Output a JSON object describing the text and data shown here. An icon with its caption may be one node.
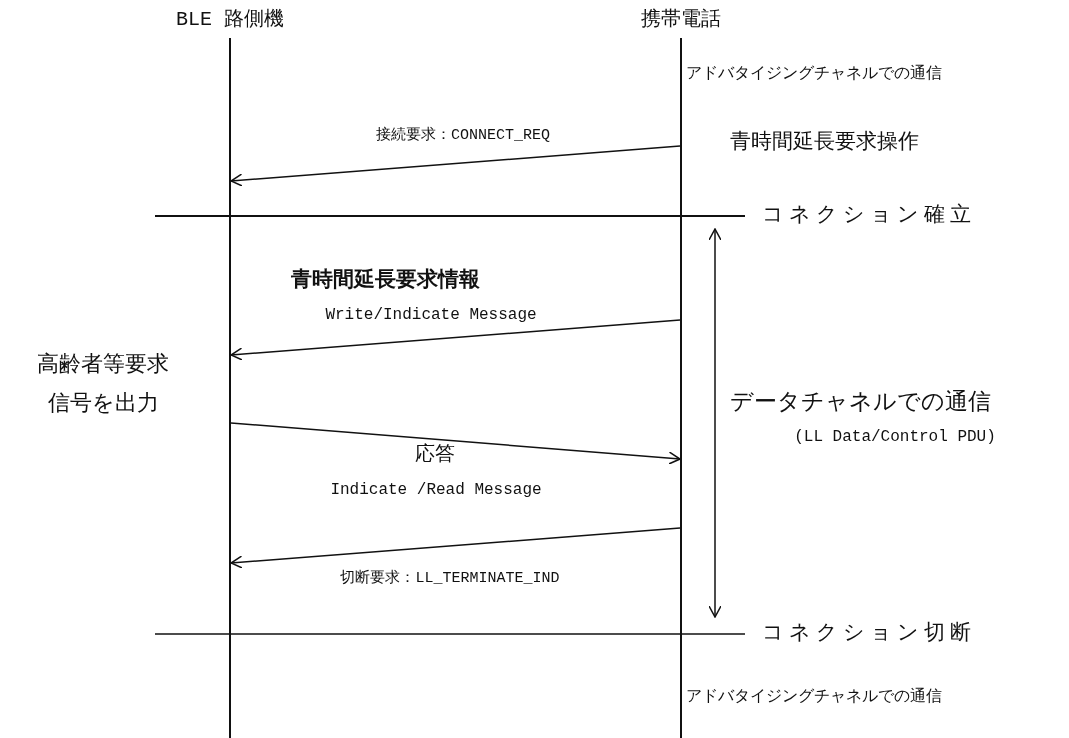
{
  "diagram": {
    "nodes": [
      {
        "text": [],
        "shape": "bar",
        "beside": [
          "BLE 路側機"
        ]
      },
      {
        "text": [],
        "shape": "bar",
        "beside": [
          "携帯電話"
        ]
      }
    ],
    "edges": [
      {
        "from": 1,
        "to": 0,
        "arrow": "to",
        "label": "接続要求：CONNECT_REQ"
      },
      {
        "from": 1,
        "to": 0,
        "arrow": "to",
        "label": "Write/Indicate Message"
      },
      {
        "from": 0,
        "to": 1,
        "arrow": "to",
        "label": "Indicate /Read Message"
      },
      {
        "from": 1,
        "to": 0,
        "arrow": "to",
        "label": "切断要求：LL_TERMINATE_IND"
      }
    ],
    "labels": [
      "アドバタイジングチャネルでの通信",
      "青時間延長要求操作",
      "コネクション確立",
      "青時間延長要求情報",
      "高齢者等要求信号を出力",
      "データチャネルでの通信",
      "(LL Data/Control PDU)",
      "応答",
      "コネクション切断",
      "アドバタイジングチャネルでの通信"
    ]
  }
}
